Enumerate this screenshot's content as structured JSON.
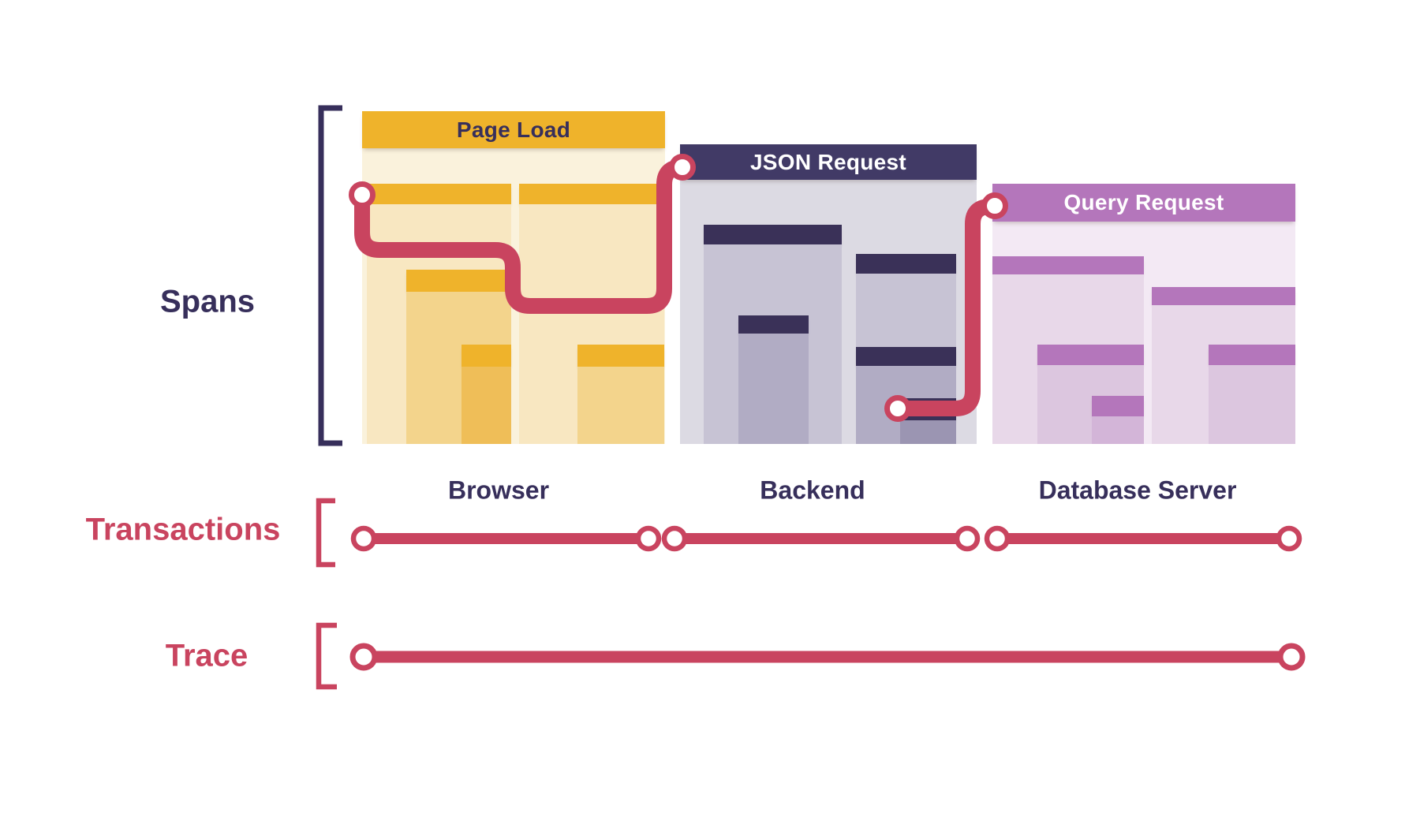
{
  "colors": {
    "red": "#C9445F",
    "text_navy": "#372F5B",
    "navy_header": "#413A66",
    "navy_bar": "#3A3158",
    "gold": "#EFB32B",
    "cream_bg": "#FAF2DC",
    "gold_l2": "#F8E7C1",
    "gold_l3": "#F3D48C",
    "gold_l4": "#EFBE58",
    "gray_bg": "#DCDAE3",
    "gray_l2": "#C7C3D4",
    "gray_l3": "#B1ACC4",
    "gray_l4": "#9B95B2",
    "purple": "#B476BB",
    "purple_bg": "#F3E9F4",
    "purple_l2": "#E8D8E9",
    "purple_l3": "#DCC6DF",
    "purple_l4": "#D3B5D8"
  },
  "rows": {
    "spans_label": "Spans",
    "transactions_label": "Transactions",
    "trace_label": "Trace"
  },
  "panels": {
    "browser": {
      "title": "Page Load",
      "column_label": "Browser"
    },
    "backend": {
      "title": "JSON Request",
      "column_label": "Backend"
    },
    "database": {
      "title": "Query Request",
      "column_label": "Database Server"
    }
  }
}
